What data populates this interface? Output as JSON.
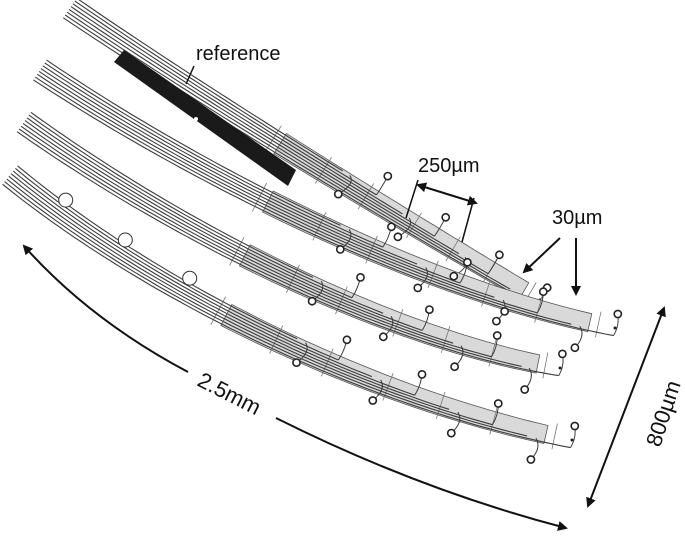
{
  "labels": {
    "reference": "reference",
    "pitch": "250µm",
    "site_size": "30µm",
    "length": "2.5mm",
    "width": "800µm"
  },
  "colors": {
    "trace": "#3c3c3c",
    "segment_fill": "#d9d9d9",
    "reference_electrode": "#1a1a1a",
    "background": "#ffffff"
  },
  "shanks": {
    "count": 4,
    "traces_per_shank": 8
  }
}
